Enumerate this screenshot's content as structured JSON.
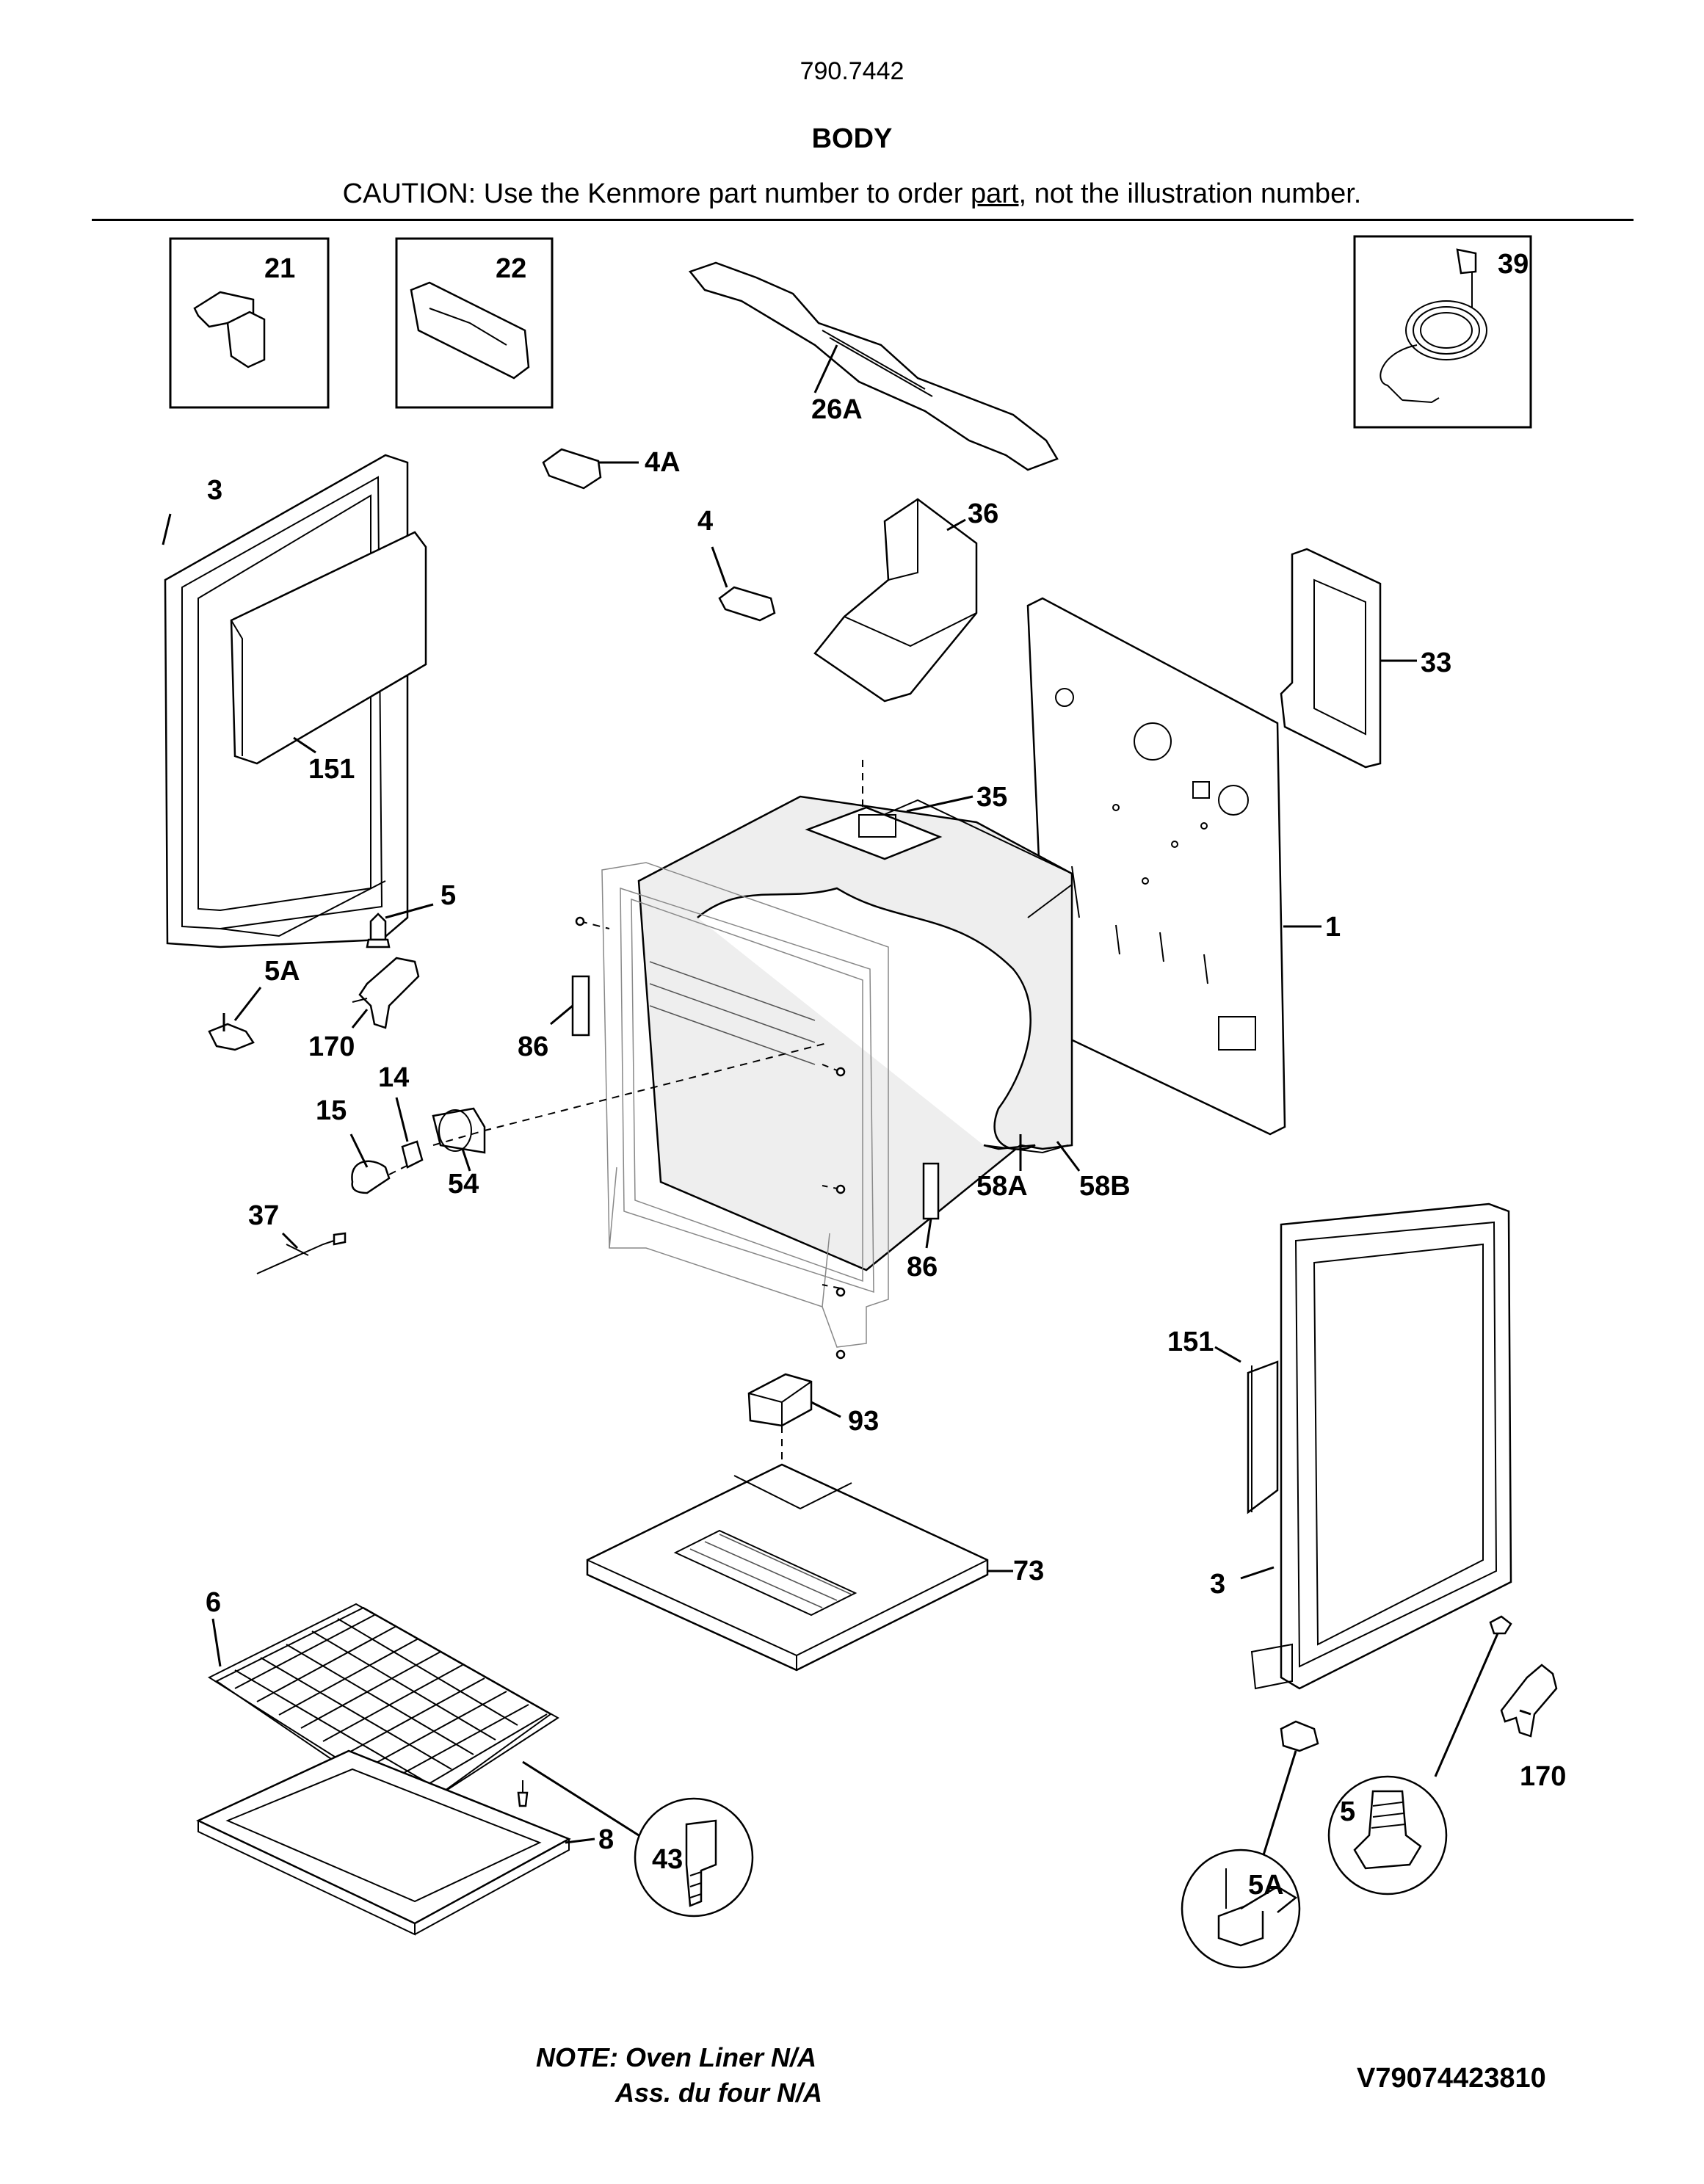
{
  "header": {
    "model": "790.7442",
    "title": "BODY",
    "caution_prefix": "CAUTION: Use the Kenmore part number to order ",
    "caution_underlined": "part",
    "caution_suffix": ", not the illustration number."
  },
  "callouts": {
    "p21": "21",
    "p22": "22",
    "p26A": "26A",
    "p39": "39",
    "p3a": "3",
    "p4A": "4A",
    "p4": "4",
    "p36": "36",
    "p33": "33",
    "p151a": "151",
    "p35": "35",
    "p5a": "5",
    "p1": "1",
    "p5Aa": "5A",
    "p170a": "170",
    "p86a": "86",
    "p14": "14",
    "p15": "15",
    "p54": "54",
    "p58A": "58A",
    "p58B": "58B",
    "p37": "37",
    "p86b": "86",
    "p151b": "151",
    "p93": "93",
    "p73": "73",
    "p3b": "3",
    "p6": "6",
    "p170b": "170",
    "p43": "43",
    "p8": "8",
    "p5b": "5",
    "p5Ab": "5A"
  },
  "footer": {
    "note_line1": "NOTE: Oven Liner N/A",
    "note_line2": "Ass. du four N/A",
    "figure_id": "V79074423810"
  }
}
